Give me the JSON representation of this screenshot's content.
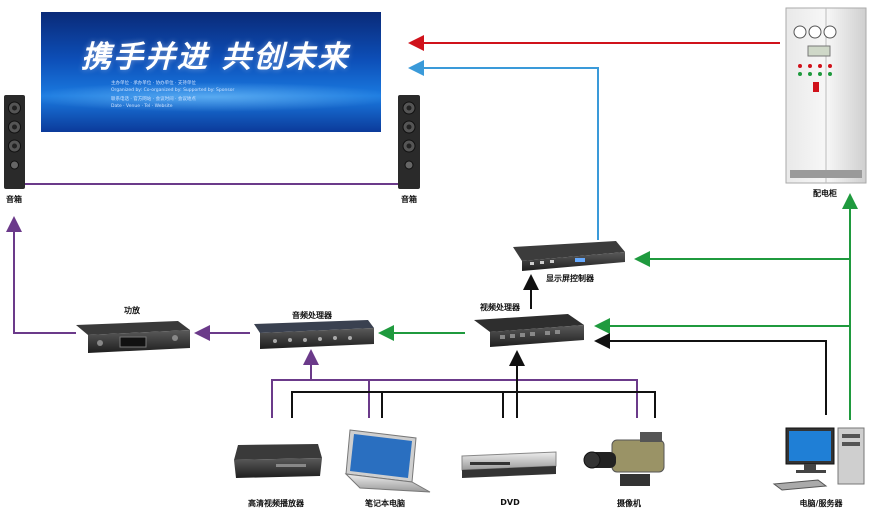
{
  "screen": {
    "headline": "携手并进 共创未来",
    "lines": [
      "主办单位 · 承办单位 · 协办单位 · 支持单位",
      "Organized by: Co-organized by: Supported by: Sponsor",
      "联系电话 · 官方网站 · 会议时间 · 会议地点",
      "Date · Venue · Tel · Website"
    ]
  },
  "labels": {
    "speaker_left": "音箱",
    "speaker_right": "音箱",
    "cabinet": "配电柜",
    "display_controller": "显示屏控制器",
    "video_processor": "视频处理器",
    "audio_processor": "音频处理器",
    "amplifier": "功放",
    "hd_player": "高清视频播放器",
    "laptop": "笔记本电脑",
    "dvd": "DVD",
    "camera": "摄像机",
    "pc_server": "电脑/服务器"
  },
  "colors": {
    "red": "#d0121b",
    "blue": "#3a9ad9",
    "green": "#1f9a3e",
    "purple": "#6b3a8a",
    "black": "#111111"
  }
}
